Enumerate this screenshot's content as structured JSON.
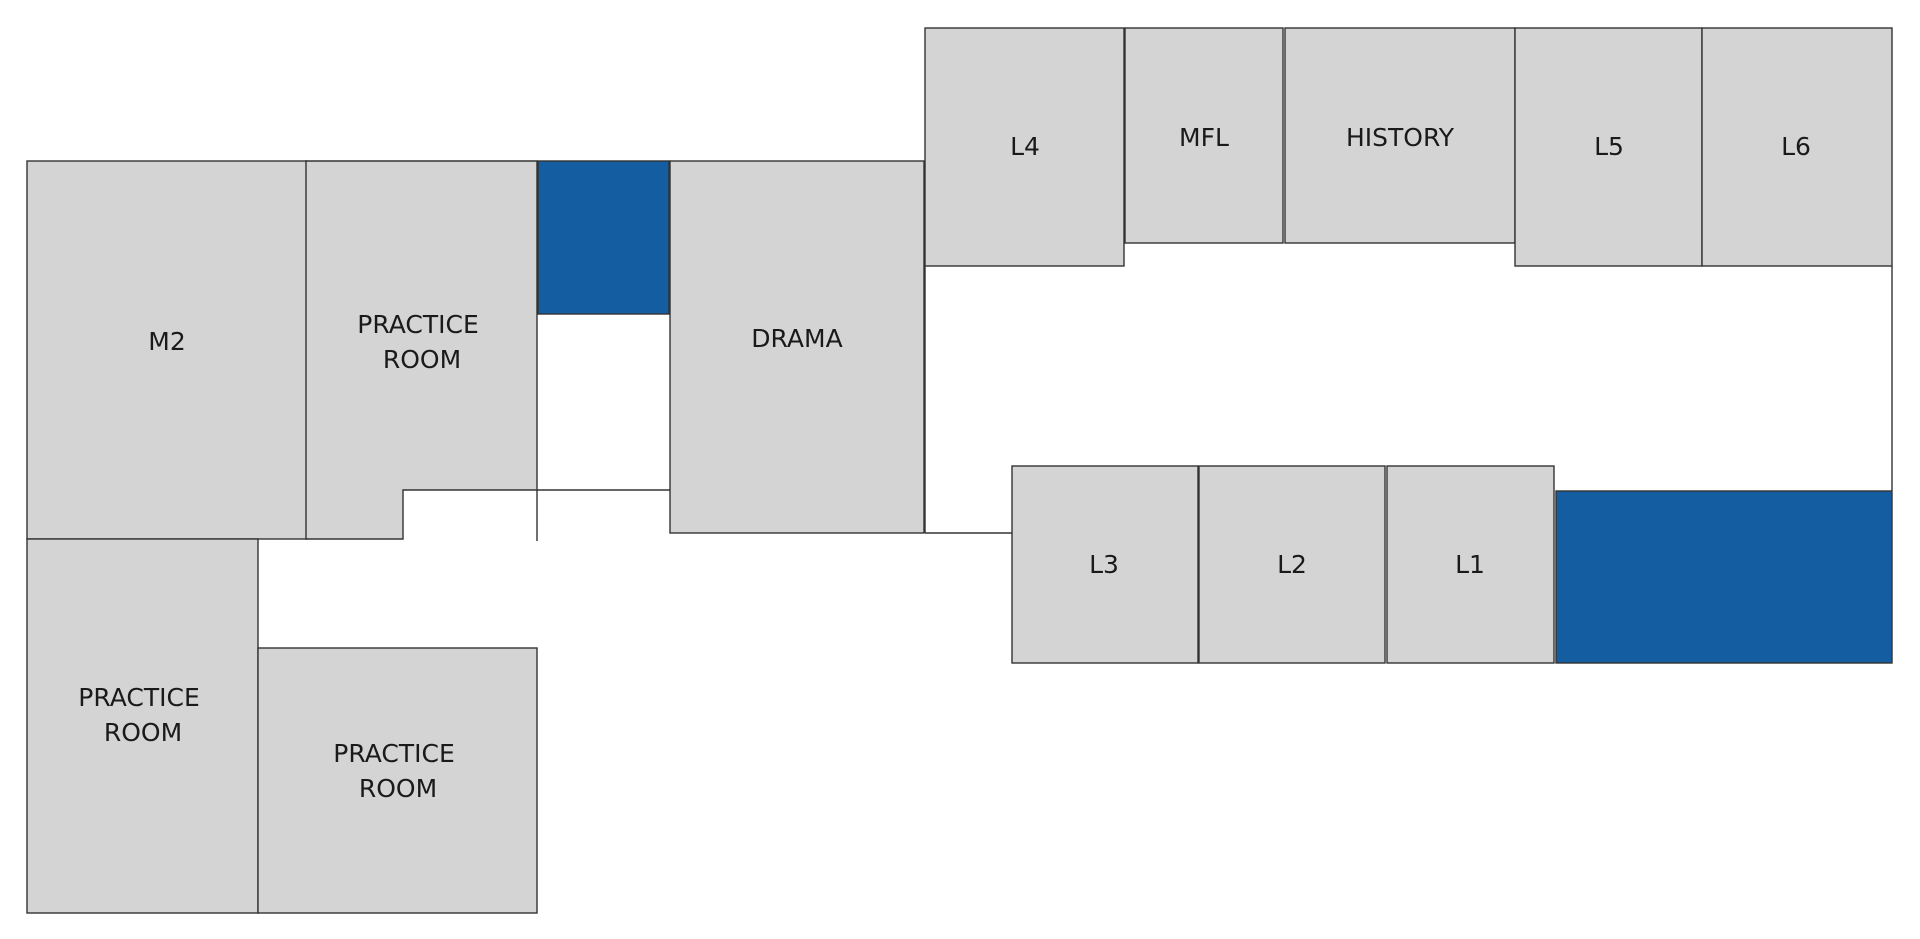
{
  "colors": {
    "room_fill": "#d4d4d4",
    "highlight_fill": "#145da0",
    "wall": "#333333",
    "background": "#ffffff"
  },
  "rooms": {
    "m2": "M2",
    "practice_room_top": [
      "PRACTICE",
      "ROOM"
    ],
    "practice_room_left": [
      "PRACTICE",
      "ROOM"
    ],
    "practice_room_bottom": [
      "PRACTICE",
      "ROOM"
    ],
    "drama": "DRAMA",
    "l4": "L4",
    "mfl": "MFL",
    "history": "HISTORY",
    "l5": "L5",
    "l6": "L6",
    "l3": "L3",
    "l2": "L2",
    "l1": "L1"
  }
}
